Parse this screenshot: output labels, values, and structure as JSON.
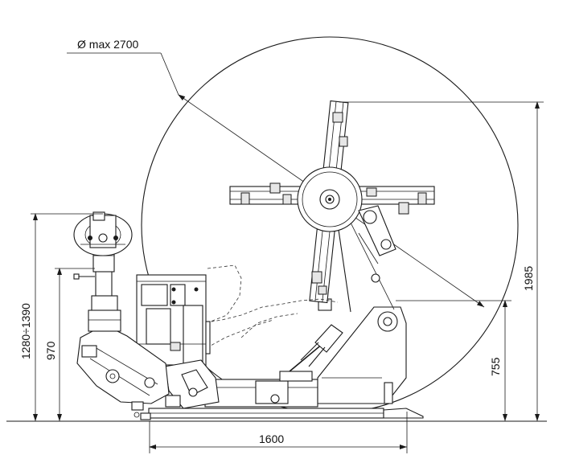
{
  "dimensions": {
    "diameter_max": "Ø max 2700",
    "overall_height": "1985",
    "pivot_height": "755",
    "head_height_range": "1280÷1390",
    "arm_height": "970",
    "base_width": "1600"
  },
  "colors": {
    "line": "#1a1a1a",
    "background": "#ffffff"
  }
}
